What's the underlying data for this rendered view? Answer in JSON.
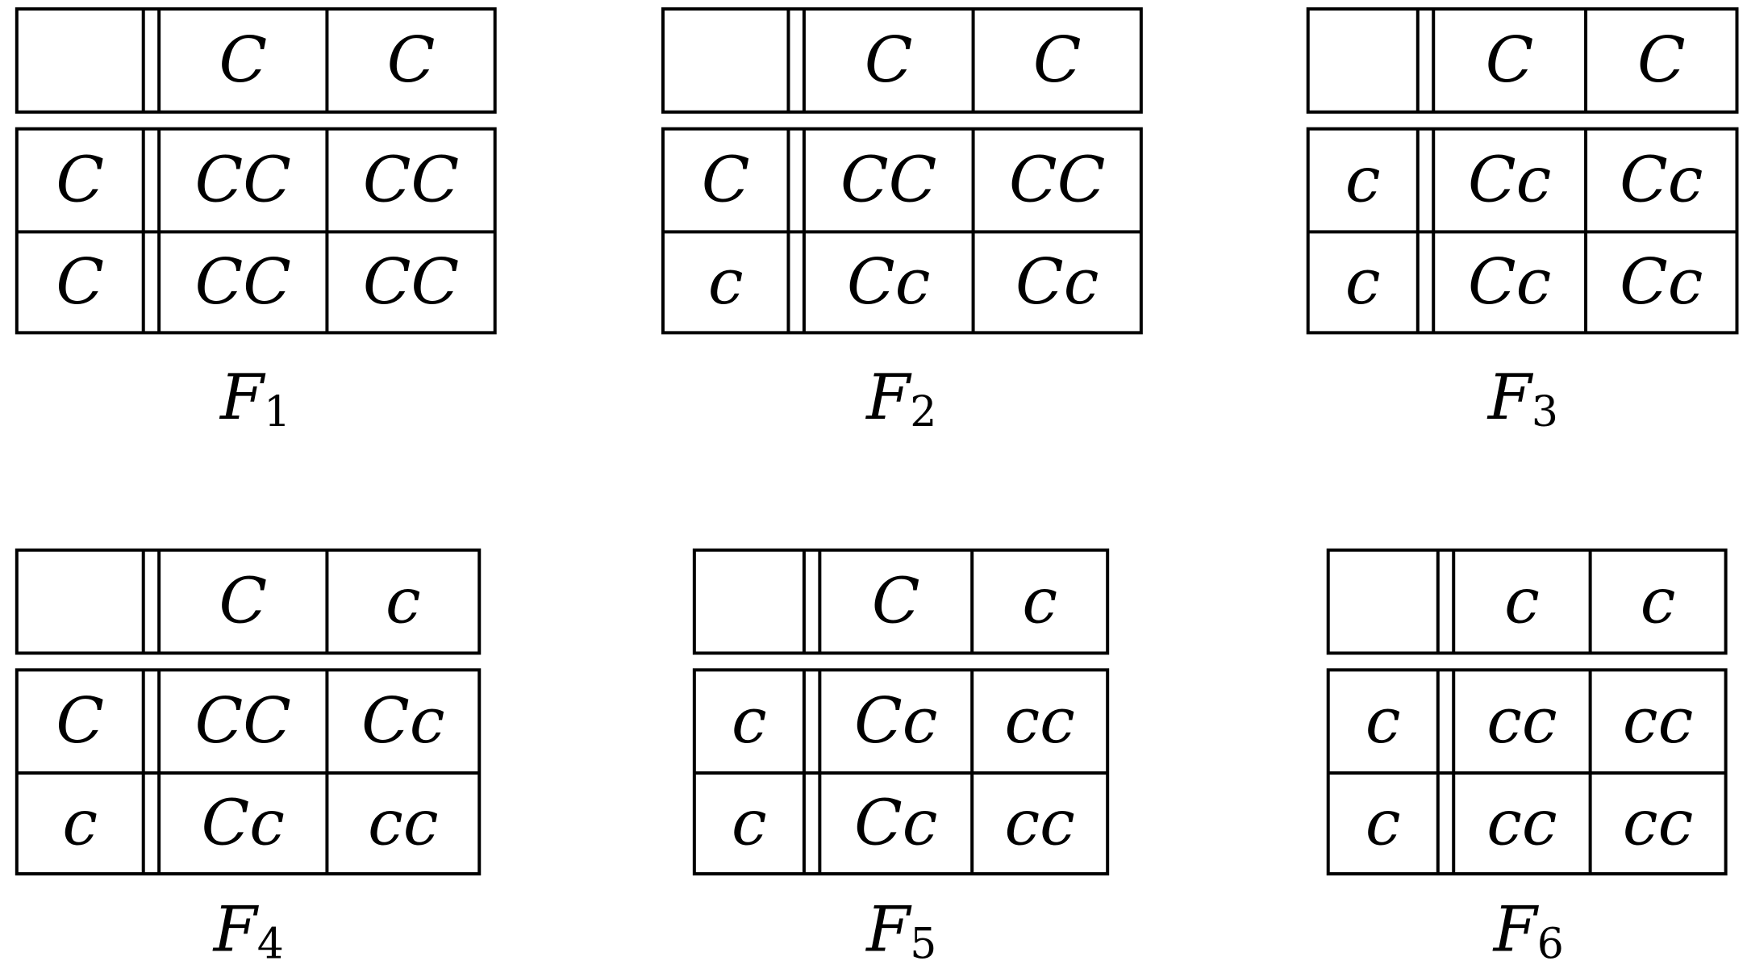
{
  "squares": [
    {
      "label": "F",
      "label_sub": "1",
      "top": [
        "C",
        "C"
      ],
      "rows": [
        {
          "side": "C",
          "cells": [
            "CC",
            "CC"
          ]
        },
        {
          "side": "C",
          "cells": [
            "CC",
            "CC"
          ]
        }
      ]
    },
    {
      "label": "F",
      "label_sub": "2",
      "top": [
        "C",
        "C"
      ],
      "rows": [
        {
          "side": "C",
          "cells": [
            "CC",
            "CC"
          ]
        },
        {
          "side": "c",
          "cells": [
            "Cc",
            "Cc"
          ]
        }
      ]
    },
    {
      "label": "F",
      "label_sub": "3",
      "top": [
        "C",
        "C"
      ],
      "rows": [
        {
          "side": "c",
          "cells": [
            "Cc",
            "Cc"
          ]
        },
        {
          "side": "c",
          "cells": [
            "Cc",
            "Cc"
          ]
        }
      ]
    },
    {
      "label": "F",
      "label_sub": "4",
      "top": [
        "C",
        "c"
      ],
      "rows": [
        {
          "side": "C",
          "cells": [
            "CC",
            "Cc"
          ]
        },
        {
          "side": "c",
          "cells": [
            "Cc",
            "cc"
          ]
        }
      ]
    },
    {
      "label": "F",
      "label_sub": "5",
      "top": [
        "C",
        "c"
      ],
      "rows": [
        {
          "side": "c",
          "cells": [
            "Cc",
            "cc"
          ]
        },
        {
          "side": "c",
          "cells": [
            "Cc",
            "cc"
          ]
        }
      ]
    },
    {
      "label": "F",
      "label_sub": "6",
      "top": [
        "c",
        "c"
      ],
      "rows": [
        {
          "side": "c",
          "cells": [
            "cc",
            "cc"
          ]
        },
        {
          "side": "c",
          "cells": [
            "cc",
            "cc"
          ]
        }
      ]
    }
  ]
}
